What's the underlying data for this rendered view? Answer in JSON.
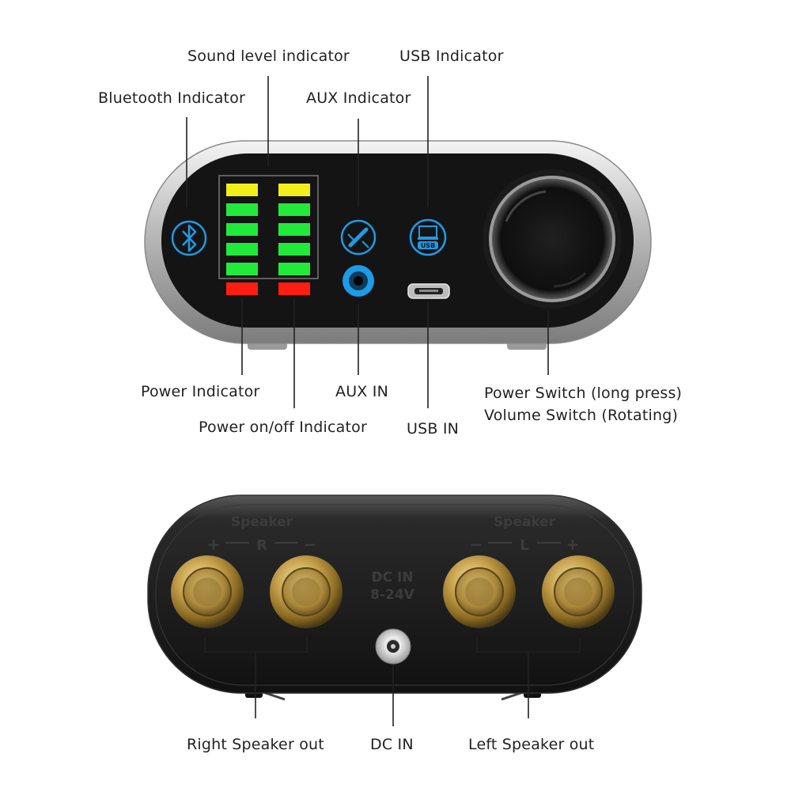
{
  "front_labels": {
    "sound_level": "Sound level indicator",
    "bluetooth": "Bluetooth Indicator",
    "aux_indicator": "AUX Indicator",
    "usb_indicator": "USB Indicator",
    "power_indicator": "Power  Indicator",
    "power_onoff": "Power on/off  Indicator",
    "aux_in": "AUX IN",
    "usb_in": "USB IN",
    "power_switch": "Power Switch (long press)",
    "volume_switch": "Volume Switch (Rotating)"
  },
  "front_panel": {
    "usb_badge": "USB"
  },
  "back_labels": {
    "right_speaker": "Right Speaker out",
    "dc_in": "DC IN",
    "left_speaker": "Left Speaker out"
  },
  "back_panel": {
    "speaker_left_group": "Speaker",
    "speaker_right_group": "Speaker",
    "right_channel": "R",
    "left_channel": "L",
    "dc_marking_1": "DC IN",
    "dc_marking_2": "8-24V",
    "plus": "+",
    "minus": "−"
  },
  "colors": {
    "led_yellow": "#f2ee1a",
    "led_green": "#22ea3a",
    "led_red": "#ff1e10",
    "icon_blue": "#1e9be6",
    "panel_dark": "#141414"
  }
}
